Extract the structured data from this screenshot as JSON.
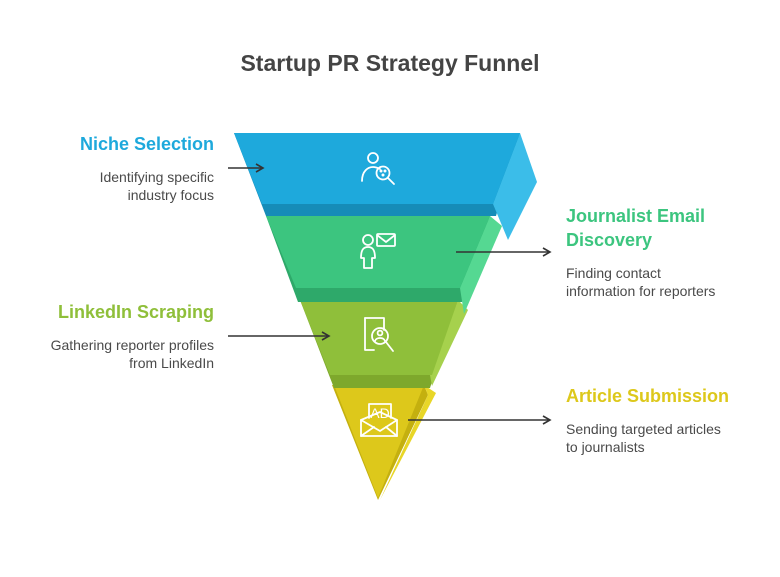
{
  "title": "Startup PR Strategy Funnel",
  "colors": {
    "niche": "#1ea9dc",
    "journalist": "#3cc57f",
    "linkedin": "#8fbf3a",
    "article": "#ddc81b"
  },
  "stages": [
    {
      "label": "Niche Selection",
      "description_lines": [
        "Identifying specific",
        "industry focus"
      ],
      "icon": "user-search-icon"
    },
    {
      "label_lines": [
        "Journalist Email",
        "Discovery"
      ],
      "description_lines": [
        "Finding contact",
        "information for reporters"
      ],
      "icon": "user-mail-icon"
    },
    {
      "label": "LinkedIn Scraping",
      "description_lines": [
        "Gathering reporter profiles",
        "from LinkedIn"
      ],
      "icon": "profile-search-icon"
    },
    {
      "label": "Article Submission",
      "description_lines": [
        "Sending targeted articles",
        "to journalists"
      ],
      "icon": "ad-envelope-icon"
    }
  ]
}
